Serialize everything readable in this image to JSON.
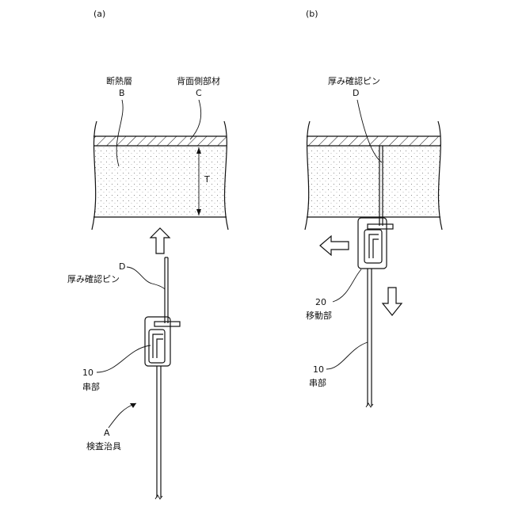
{
  "panel_a": {
    "tag": "(a)",
    "insulation_label": "断熱層",
    "insulation_code": "B",
    "back_member_label": "背面側部材",
    "back_member_code": "C",
    "thickness_code": "T",
    "pin_code": "D",
    "pin_label": "厚み確認ピン",
    "body_code": "10",
    "body_label": "串部",
    "tool_code": "A",
    "tool_label": "検査治具",
    "arrow_direction": "up"
  },
  "panel_b": {
    "tag": "(b)",
    "pin_label": "厚み確認ピン",
    "pin_code": "D",
    "mover_code": "20",
    "mover_label": "移動部",
    "body_code": "10",
    "body_label": "串部",
    "arrow_left_direction": "left",
    "arrow_down_direction": "down"
  }
}
